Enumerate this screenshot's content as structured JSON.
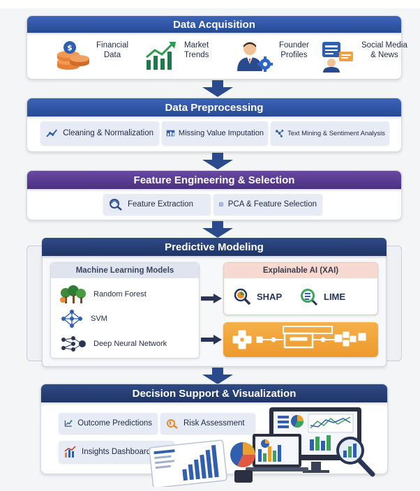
{
  "acquisition": {
    "title": "Data Acquisition",
    "items": [
      {
        "line1": "Financial",
        "line2": "Data",
        "icon": "coins-icon"
      },
      {
        "line1": "Market",
        "line2": "Trends",
        "icon": "bar-chart-icon"
      },
      {
        "line1": "Founder",
        "line2": "Profiles",
        "icon": "person-gear-icon"
      },
      {
        "line1": "Social Media",
        "line2": "& News",
        "icon": "news-icon"
      }
    ]
  },
  "preprocessing": {
    "title": "Data Preprocessing",
    "items": [
      {
        "label": "Cleaning & Normalization",
        "icon": "line-chart-icon"
      },
      {
        "label": "Missing Value Imputation",
        "icon": "table-chart-icon"
      },
      {
        "label": "Text Mining & Sentiment Analysis",
        "icon": "network-icon"
      }
    ]
  },
  "feature_engineering": {
    "title": "Feature Engineering & Selection",
    "items": [
      {
        "label": "Feature Extraction",
        "icon": "magnify-cycle-icon"
      },
      {
        "label": "PCA & Feature Selection",
        "icon": "grid-icon"
      }
    ]
  },
  "modeling": {
    "title": "Predictive Modeling",
    "ml_title": "Machine Learning Models",
    "models": [
      {
        "label": "Random Forest",
        "icon": "tree-icon"
      },
      {
        "label": "SVM",
        "icon": "network-icon"
      },
      {
        "label": "Deep Neural Network",
        "icon": "neural-net-icon"
      }
    ],
    "xai_title": "Explainable AI (XAI)",
    "xai_items": [
      {
        "label": "SHAP",
        "icon": "magnifier-icon"
      },
      {
        "label": "LIME",
        "icon": "lime-icon"
      }
    ]
  },
  "decision": {
    "title": "Decision Support & Visualization",
    "items": [
      {
        "label": "Outcome Predictions",
        "icon": "trend-icon"
      },
      {
        "label": "Risk Assessment",
        "icon": "risk-icon"
      },
      {
        "label": "Insights Dashboard",
        "icon": "dashboard-icon"
      }
    ]
  },
  "colors": {
    "blue_header": "#2f56a8",
    "purple_header": "#5a3d93",
    "navy_header": "#253d72",
    "orange": "#f3a33a",
    "chip_bg": "#e6ebf5"
  }
}
